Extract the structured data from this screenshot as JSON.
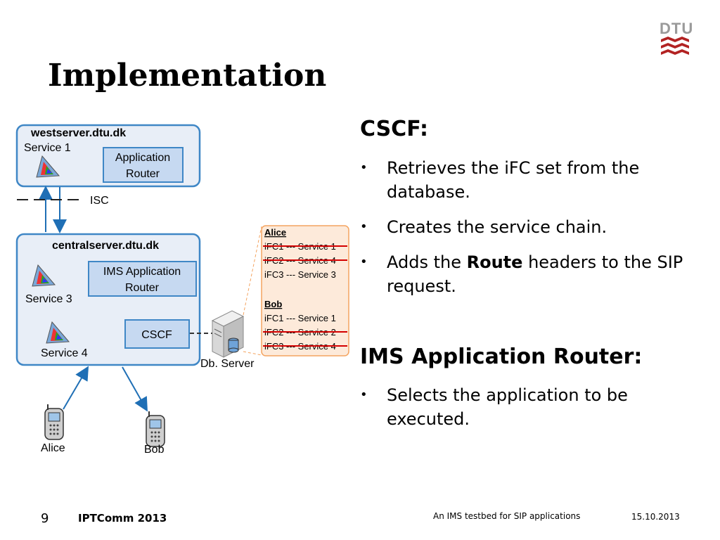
{
  "slide": {
    "title": "Implementation",
    "logo_text": "DTU",
    "page_number": "9",
    "conference": "IPTComm 2013",
    "footer_title": "An IMS testbed for SIP applications",
    "date": "15.10.2013"
  },
  "diagram": {
    "west_server": {
      "name": "westserver.dtu.dk",
      "service_label": "Service 1",
      "app_router_line1": "Application",
      "app_router_line2": "Router"
    },
    "isc_label": "ISC",
    "central_server": {
      "name": "centralserver.dtu.dk",
      "ims_router_line1": "IMS Application",
      "ims_router_line2": "Router",
      "service3_label": "Service 3",
      "service4_label": "Service 4",
      "cscf_label": "CSCF"
    },
    "db_server_label": "Db. Server",
    "ifc_table": {
      "alice_header": "Alice",
      "alice_rows": [
        "iFC1 --- Service 1",
        "iFC2 --- Service 4",
        "iFC3 --- Service 3"
      ],
      "bob_header": "Bob",
      "bob_rows": [
        "iFC1 --- Service 1",
        "iFC2 --- Service 2",
        "iFC3 --- Service 4"
      ]
    },
    "alice_label": "Alice",
    "bob_label": "Bob"
  },
  "content": {
    "cscf_heading": "CSCF:",
    "cscf_bullets": [
      {
        "text": "Retrieves the iFC set from the database."
      },
      {
        "text": "Creates the service chain."
      },
      {
        "before": "Adds the ",
        "bold": "Route",
        "after": " headers to the SIP request."
      }
    ],
    "router_heading": "IMS Application Router:",
    "router_bullets": [
      {
        "text": "Selects the application to be executed."
      }
    ]
  },
  "colors": {
    "box_border": "#3f87c6",
    "box_fill": "#e8eef7",
    "inner_fill": "#c6d9f1",
    "table_border": "#f4a460",
    "strike": "#d40000",
    "arrow": "#1f6fb5",
    "logo_red": "#b22222"
  }
}
